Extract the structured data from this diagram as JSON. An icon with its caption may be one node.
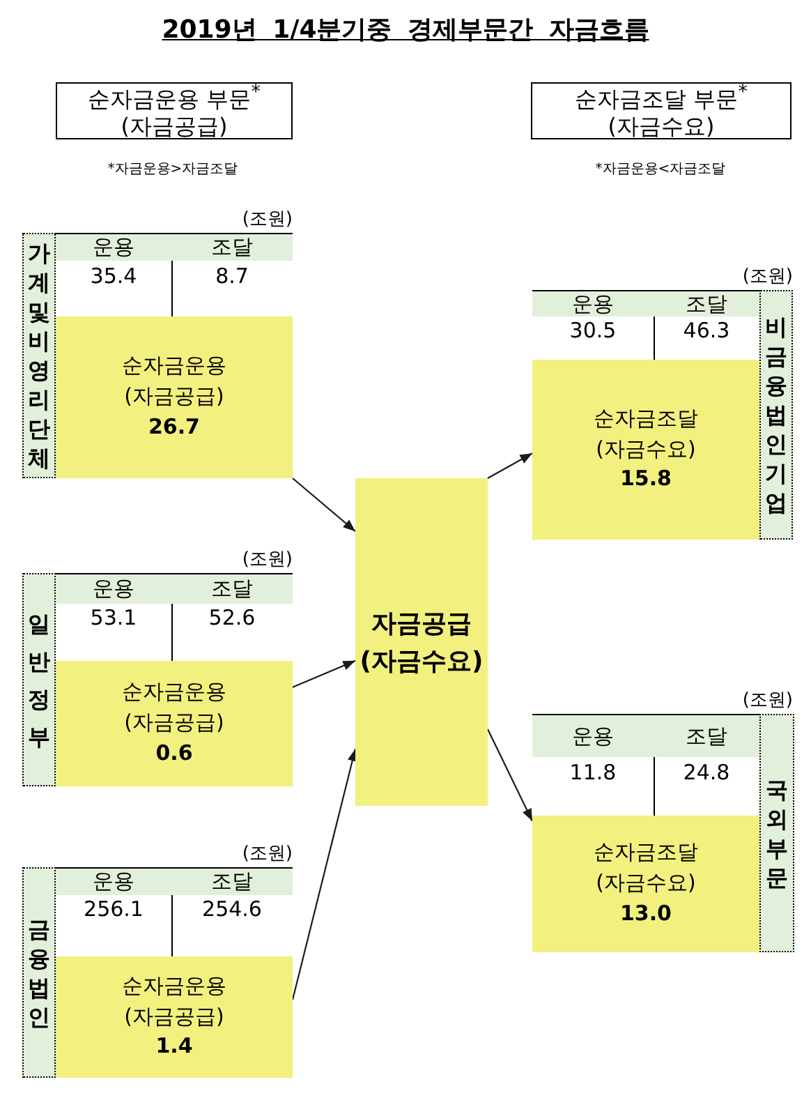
{
  "diagram": {
    "title": "2019년 1/4분기중 경제부문간 자금흐름",
    "nodes": [
      {
        "text": [
          "순자금운용 부문$^{*}$ (자금공급)"
        ],
        "beside": [
          "*자금운용>자금조달"
        ]
      },
      {
        "text": [
          "순자금조달 부문$^{*}$ (자금수요)"
        ],
        "beside": [
          "*자금운용<자금조달"
        ]
      },
      {
        "text": [
          "가계및비영리단체"
        ]
      },
      {
        "text": [
          "순자금운용 (자금공급)",
          "26.7"
        ]
      },
      {
        "text": [
          "일반정부"
        ]
      },
      {
        "text": [
          "순자금운용 (자금공급)",
          "0.6"
        ]
      },
      {
        "text": [
          "금융법인"
        ]
      },
      {
        "text": [
          "순자금운용 (자금공급)",
          "1.4"
        ]
      },
      {
        "text": [
          "자금공급 (자금수요)"
        ]
      },
      {
        "text": [
          "순자금조달 (자금수요)",
          "15.8"
        ]
      },
      {
        "text": [
          "비금융법인기업"
        ]
      },
      {
        "text": [
          "순자금조달 (자금수요)",
          "13.0"
        ]
      },
      {
        "text": [
          "국외부문"
        ]
      }
    ],
    "edges": [
      {
        "from": 3,
        "to": 8,
        "arrow": "to"
      },
      {
        "from": 5,
        "to": 8,
        "arrow": "to"
      },
      {
        "from": 7,
        "to": 8,
        "arrow": "to"
      },
      {
        "from": 8,
        "to": 9,
        "arrow": "to"
      },
      {
        "from": 8,
        "to": 11,
        "arrow": "to"
      }
    ],
    "labels": [
      "(조원)",
      "운용",
      "조달",
      "35.4",
      "8.7",
      "(조원)",
      "운용",
      "조달",
      "53.1",
      "52.6",
      "(조원)",
      "운용",
      "조달",
      "256.1",
      "254.6",
      "(조원)",
      "운용",
      "조달",
      "30.5",
      "46.3",
      "(조원)",
      "운용",
      "조달",
      "11.8",
      "24.8"
    ]
  }
}
